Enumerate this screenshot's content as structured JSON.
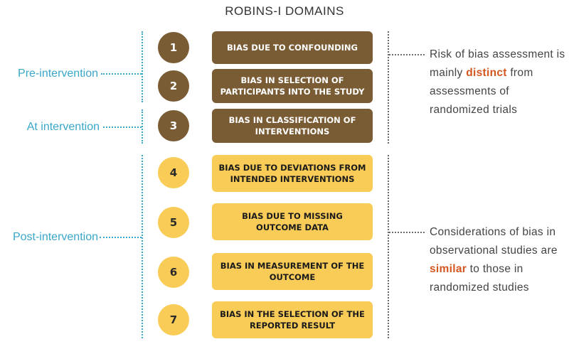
{
  "title": "ROBINS-I DOMAINS",
  "phases": {
    "pre": "Pre-intervention",
    "at": "At intervention",
    "post": "Post-intervention"
  },
  "domains": [
    {
      "num": "1",
      "label": "BIAS DUE TO CONFOUNDING"
    },
    {
      "num": "2",
      "label": "BIAS IN SELECTION OF PARTICIPANTS INTO THE STUDY"
    },
    {
      "num": "3",
      "label": "BIAS IN CLASSIFICATION OF INTERVENTIONS"
    },
    {
      "num": "4",
      "label": "BIAS DUE TO DEVIATIONS FROM INTENDED INTERVENTIONS"
    },
    {
      "num": "5",
      "label": "BIAS DUE TO MISSING OUTCOME DATA"
    },
    {
      "num": "6",
      "label": "BIAS IN MEASUREMENT OF THE OUTCOME"
    },
    {
      "num": "7",
      "label": "BIAS IN THE SELECTION OF THE REPORTED RESULT"
    }
  ],
  "notes": {
    "top": {
      "before": "Risk of bias assessment is mainly ",
      "highlight": "distinct",
      "after": " from assessments of randomized trials"
    },
    "bottom": {
      "before": "Considerations of bias in observational studies are ",
      "highlight": "similar",
      "after": " to those in randomized studies"
    }
  },
  "colors": {
    "dark_brown": "#7a5c34",
    "yellow": "#f9cc58",
    "accent_blue": "#3aa7c9",
    "highlight_orange": "#d4561f"
  }
}
